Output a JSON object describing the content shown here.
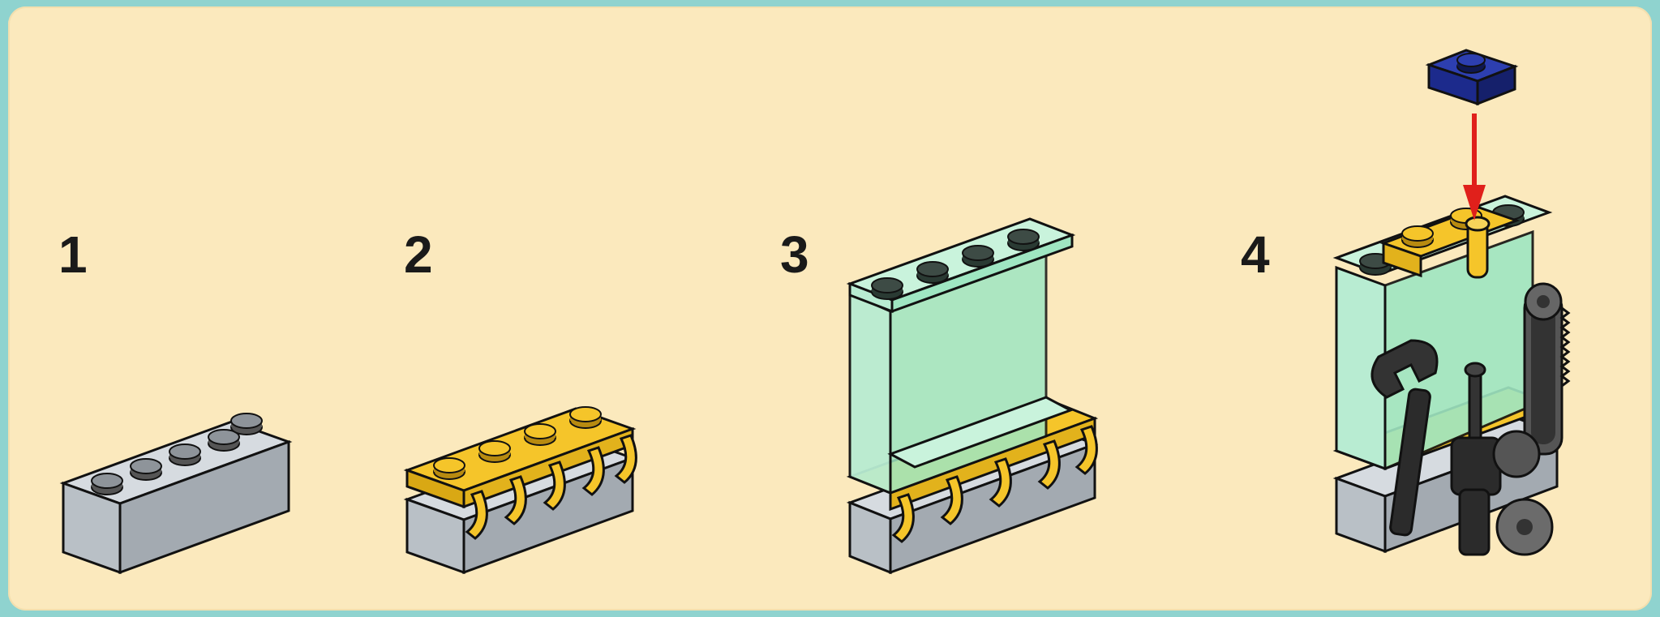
{
  "steps": [
    {
      "number": "1"
    },
    {
      "number": "2"
    },
    {
      "number": "3"
    },
    {
      "number": "4"
    }
  ],
  "colors": {
    "background_frame": "#8fd3cf",
    "panel": "#fbe9bd",
    "grey_brick": "#b9c0c6",
    "yellow_clip": "#f5c52a",
    "trans_green": "#9fe6c2",
    "blue_plate": "#1c2a8c",
    "arrow": "#e0201b",
    "black_tools": "#2b2b2b"
  },
  "icons": [
    "grey-brick-icon",
    "yellow-clip-plate-icon",
    "trans-green-panel-icon",
    "blue-plate-icon",
    "arrow-down-icon",
    "wrench-icon",
    "chainsaw-icon",
    "drill-icon"
  ]
}
